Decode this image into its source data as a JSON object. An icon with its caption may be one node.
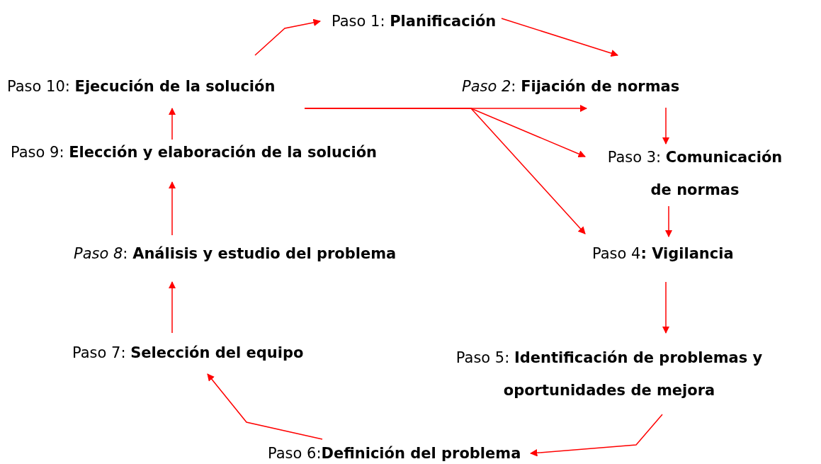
{
  "diagram": {
    "nodes": [
      {
        "text": [
          "Paso 1: **Planificación**"
        ]
      },
      {
        "text": [
          "*Paso 2*: **Fijación de normas**"
        ]
      },
      {
        "text": [
          "Paso 3: **Comunicación de normas**"
        ]
      },
      {
        "text": [
          "Paso 4**: Vigilancia**"
        ]
      },
      {
        "text": [
          "Paso 5: **Identificación de problemas y oportunidades de mejora**"
        ]
      },
      {
        "text": [
          "Paso 6:**Definición del problema**"
        ]
      },
      {
        "text": [
          "Paso 7: **Selección del equipo**"
        ]
      },
      {
        "text": [
          "*Paso 8*: **Análisis y estudio del problema**"
        ]
      },
      {
        "text": [
          "Paso 9: **Elección y elaboración de la solución**"
        ]
      },
      {
        "text": [
          "Paso 10: **Ejecución de la solución**"
        ]
      }
    ],
    "edges": [
      {
        "from": 9,
        "to": 0,
        "arrow": "to"
      },
      {
        "from": 0,
        "to": 1,
        "arrow": "to"
      },
      {
        "from": 9,
        "to": 1,
        "arrow": "to"
      },
      {
        "from": 9,
        "to": 2,
        "arrow": "to"
      },
      {
        "from": 9,
        "to": 3,
        "arrow": "to"
      },
      {
        "from": 1,
        "to": 2,
        "arrow": "to"
      },
      {
        "from": 2,
        "to": 3,
        "arrow": "to"
      },
      {
        "from": 3,
        "to": 4,
        "arrow": "to"
      },
      {
        "from": 4,
        "to": 5,
        "arrow": "to"
      },
      {
        "from": 5,
        "to": 6,
        "arrow": "to"
      },
      {
        "from": 6,
        "to": 7,
        "arrow": "to"
      },
      {
        "from": 7,
        "to": 8,
        "arrow": "to"
      },
      {
        "from": 8,
        "to": 9,
        "arrow": "to"
      }
    ]
  }
}
